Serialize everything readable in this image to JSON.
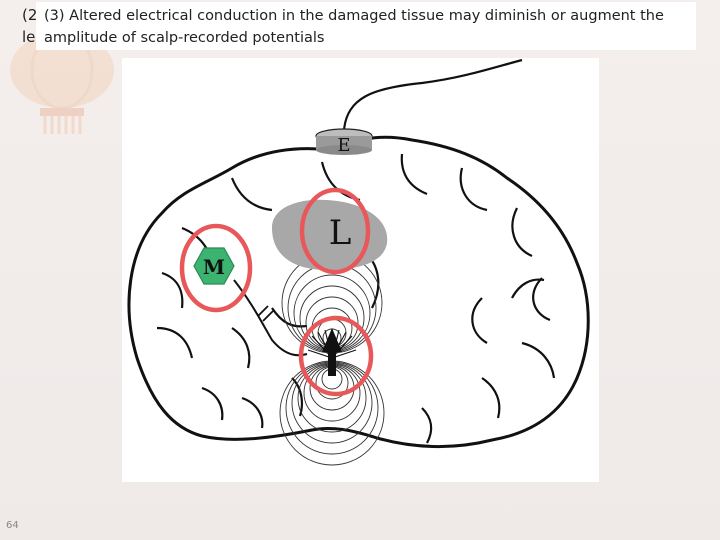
{
  "slide": {
    "title_partial_behind": "(2\nle",
    "title_line1": "(3) Altered electrical conduction in the damaged tissue may diminish or augment the",
    "title_line2": "amplitude of scalp-recorded potentials",
    "page_number": "64"
  },
  "figure": {
    "electrode_label": "E",
    "lesion_label": "L",
    "modulator_label": "M"
  },
  "colors": {
    "highlight_ring": "#e8585a",
    "hexagon_fill": "#3cb371",
    "lesion_fill": "#a8a8a8",
    "electrode_fill": "#9a9a9a"
  }
}
